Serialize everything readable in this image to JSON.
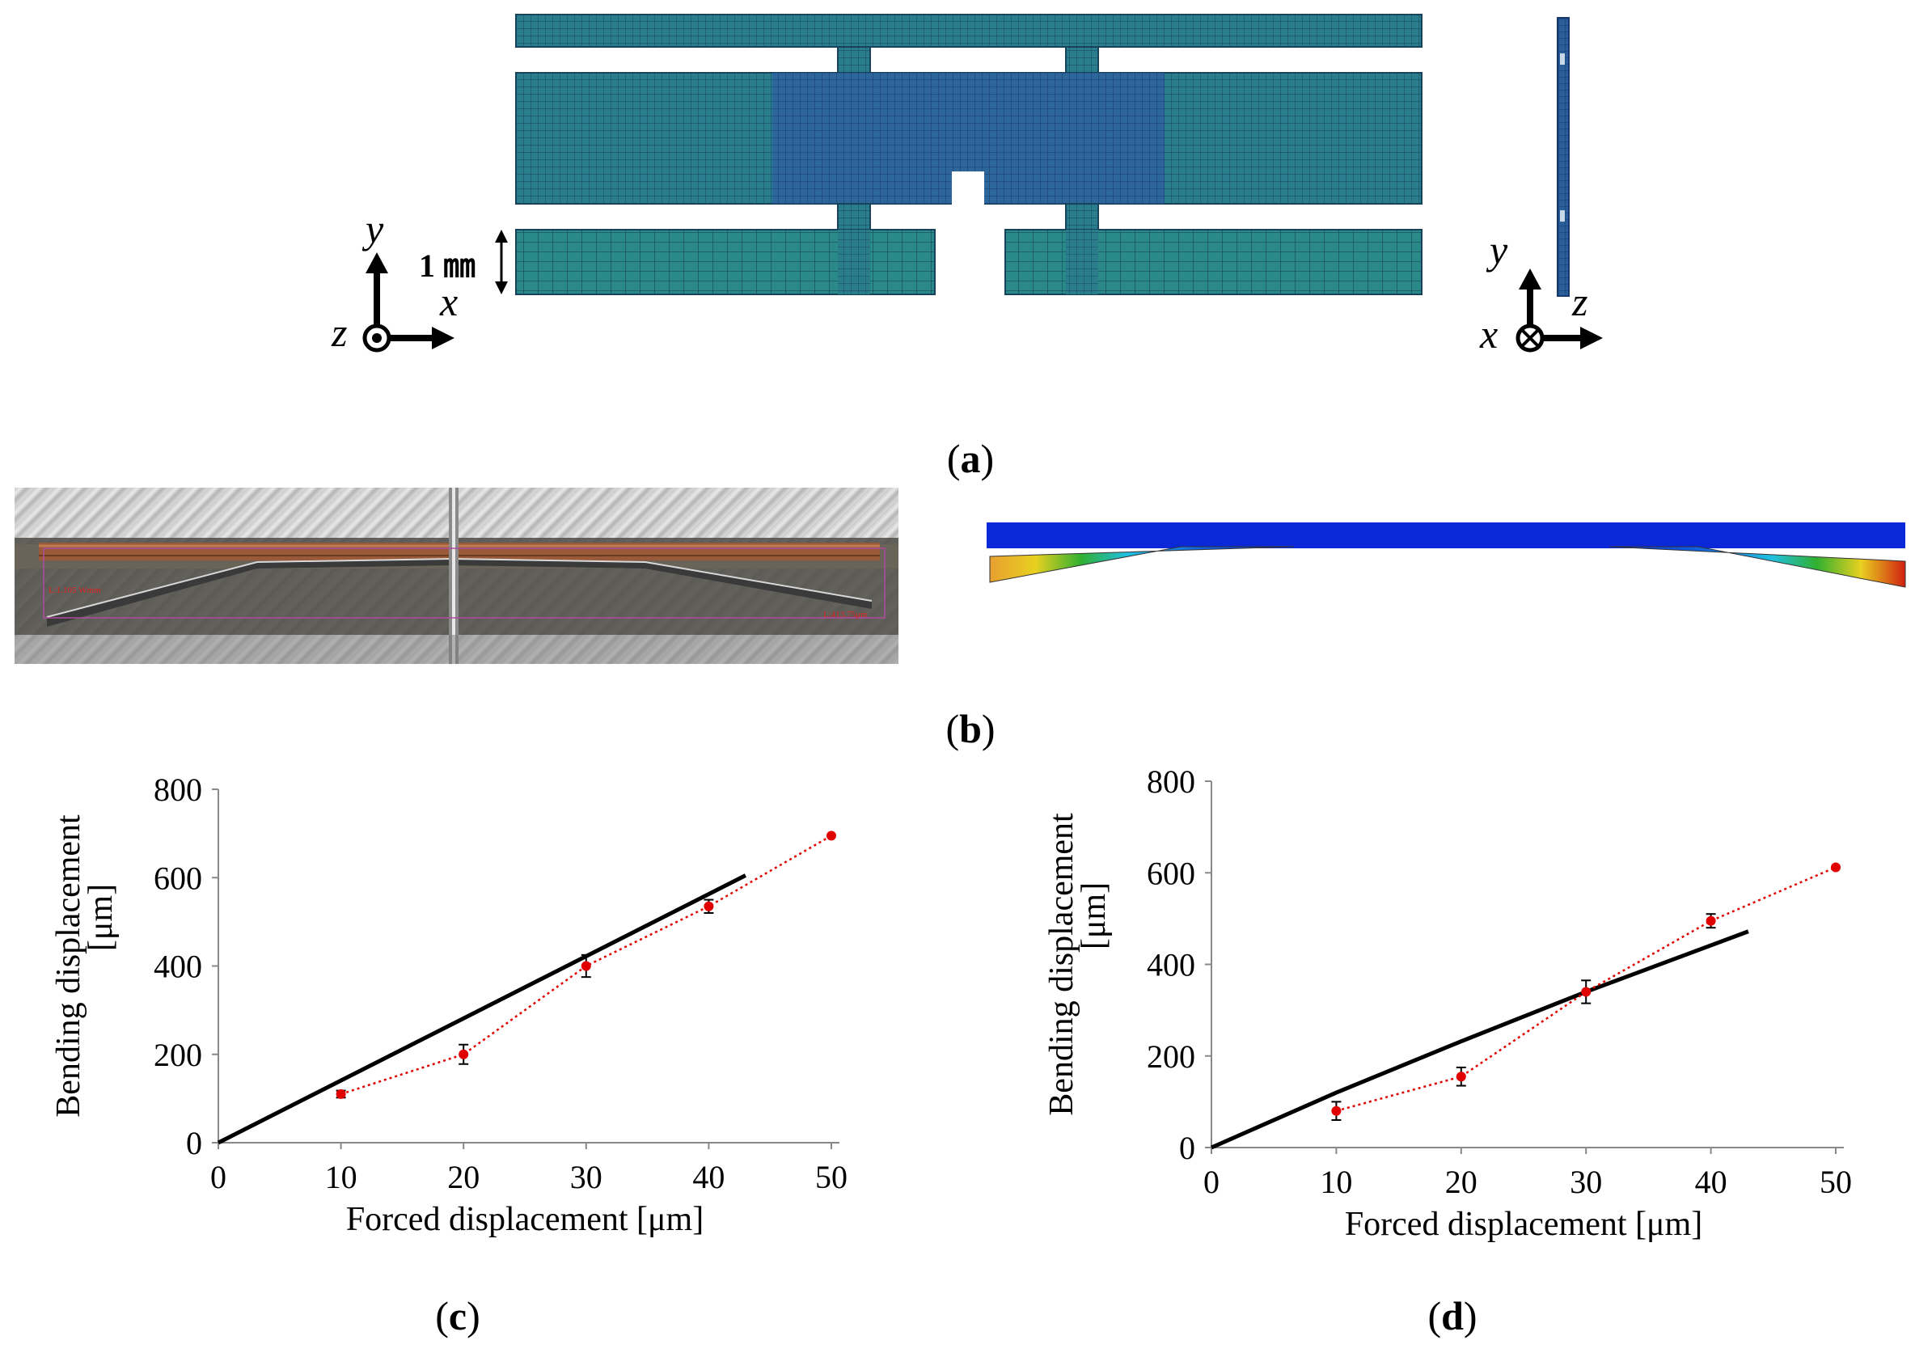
{
  "panels": {
    "a": {
      "caption_letter": "a",
      "axis_left": {
        "y": "y",
        "x": "x",
        "z": "z"
      },
      "axis_right": {
        "y": "y",
        "z": "z",
        "x": "x"
      },
      "scale_label": "1 ㎜",
      "colors": {
        "mesh_fill": "#2a7d8c",
        "mesh_dark": "#2c5fa0",
        "mesh_line": "#16425a"
      }
    },
    "b": {
      "caption_letter": "b",
      "photo_labels": [
        "L:1.105 Wmm",
        "L:413.75μm"
      ],
      "colors": {
        "beam": "#0a28d8",
        "gradient": [
          "#d02010",
          "#f08010",
          "#e8d020",
          "#20b020",
          "#20c0e0",
          "#1040e0"
        ]
      }
    },
    "c": {
      "caption_letter": "c"
    },
    "d": {
      "caption_letter": "d"
    }
  },
  "chart_data": [
    {
      "type": "line",
      "panel": "c",
      "xlabel": "Forced displacement [μm]",
      "ylabel": "Bending displacement [μm]",
      "xlim": [
        0,
        50
      ],
      "ylim": [
        0,
        800
      ],
      "xticks": [
        0,
        10,
        20,
        30,
        40,
        50
      ],
      "yticks": [
        0,
        200,
        400,
        600,
        800
      ],
      "grid": false,
      "series": [
        {
          "style": "solid-black",
          "x": [
            0,
            43
          ],
          "y": [
            0,
            605
          ]
        },
        {
          "style": "dotted-red-markers",
          "x": [
            10,
            20,
            30,
            40,
            50
          ],
          "y": [
            110,
            200,
            400,
            535,
            695
          ],
          "err": [
            8,
            22,
            25,
            15,
            0
          ]
        }
      ]
    },
    {
      "type": "line",
      "panel": "d",
      "xlabel": "Forced displacement [μm]",
      "ylabel": "Bending displacement [μm]",
      "xlim": [
        0,
        50
      ],
      "ylim": [
        0,
        800
      ],
      "xticks": [
        0,
        10,
        20,
        30,
        40,
        50
      ],
      "yticks": [
        0,
        200,
        400,
        600,
        800
      ],
      "grid": false,
      "series": [
        {
          "style": "solid-black",
          "x": [
            0,
            10,
            20,
            30,
            43
          ],
          "y": [
            0,
            120,
            232,
            340,
            472
          ]
        },
        {
          "style": "dotted-red-markers",
          "x": [
            10,
            20,
            30,
            40,
            50
          ],
          "y": [
            80,
            155,
            340,
            495,
            612
          ],
          "err": [
            20,
            20,
            25,
            15,
            0
          ]
        }
      ]
    }
  ]
}
